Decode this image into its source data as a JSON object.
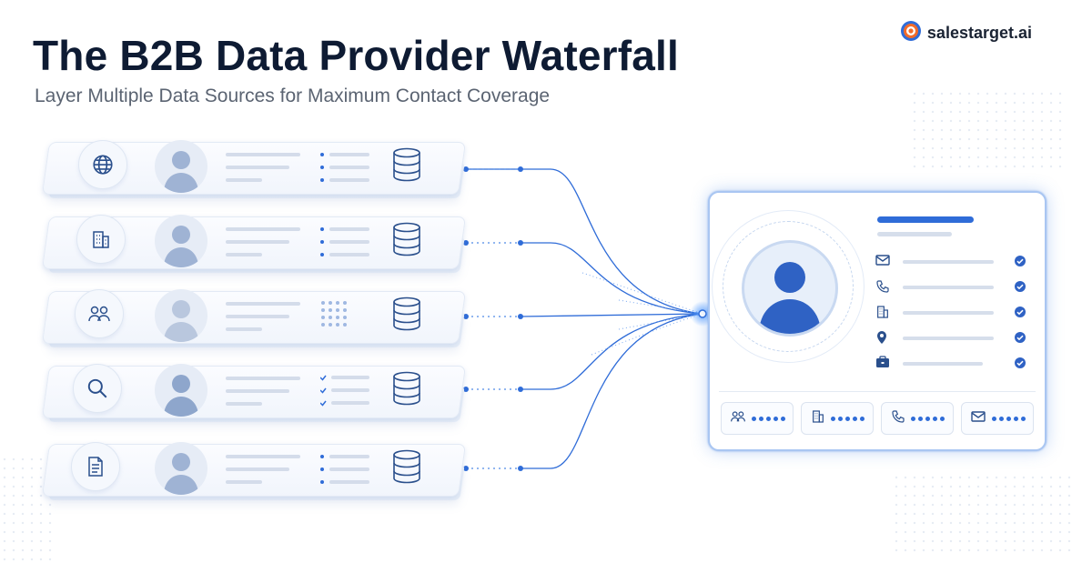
{
  "title": "The B2B Data Provider Waterfall",
  "subtitle": "Layer Multiple Data Sources for Maximum Contact Coverage",
  "brand": {
    "name": "salestarget.ai",
    "logo_icon": "target-logo-icon"
  },
  "layers": [
    {
      "icon": "globe-icon",
      "detail": "dot-list"
    },
    {
      "icon": "building-icon",
      "detail": "dot-list"
    },
    {
      "icon": "users-icon",
      "detail": "dot-grid"
    },
    {
      "icon": "search-icon",
      "detail": "check-list"
    },
    {
      "icon": "document-icon",
      "detail": "dot-list"
    }
  ],
  "profile_card": {
    "fields": [
      "mail-icon",
      "phone-icon",
      "building-icon",
      "location-pin-icon",
      "briefcase-icon"
    ],
    "field_status": "verified",
    "chips": [
      "users-icon",
      "building-icon",
      "phone-icon",
      "mail-icon"
    ]
  },
  "colors": {
    "accent": "#2f6cd8",
    "title": "#0e1b33",
    "subtitle": "#5b6472",
    "layer": "#eef3fa"
  }
}
